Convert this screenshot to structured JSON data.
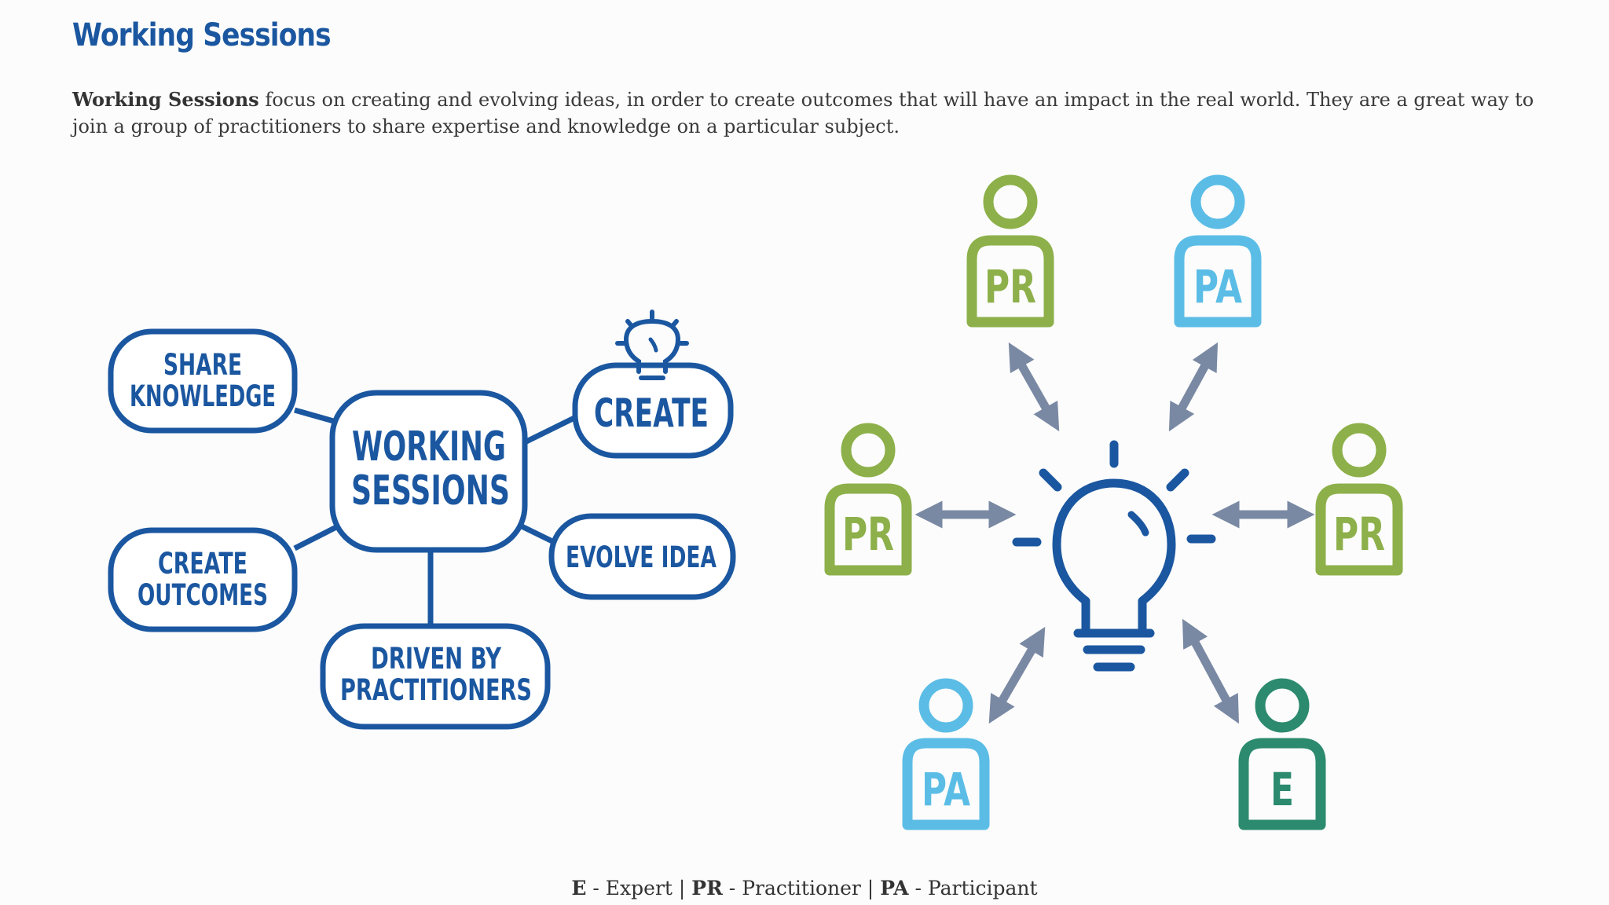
{
  "colors": {
    "navy": "#1b57a0",
    "green": "#8db04a",
    "light_blue": "#5bbde6",
    "teal": "#2c8a6e",
    "arrow_gray": "#7a89a3",
    "text": "#3a3a3a"
  },
  "header": {
    "title": "Working Sessions",
    "intro_bold": "Working Sessions",
    "intro_text": " focus on creating and evolving ideas, in order to create outcomes that will have an impact in the real world. They are a great way to join a group of practitioners to share expertise and knowledge on a particular subject."
  },
  "mind_map": {
    "center": [
      "WORKING",
      "SESSIONS"
    ],
    "nodes": {
      "share_knowledge": [
        "SHARE",
        "KNOWLEDGE"
      ],
      "create": "CREATE",
      "create_outcomes": [
        "CREATE",
        "OUTCOMES"
      ],
      "evolve_idea": "EVOLVE IDEA",
      "driven_by": [
        "DRIVEN BY",
        "PRACTITIONERS"
      ]
    }
  },
  "roles": {
    "top_left": "PR",
    "top_right": "PA",
    "left": "PR",
    "right": "PR",
    "bottom_left": "PA",
    "bottom_right": "E"
  },
  "legend": {
    "e_abbr": "E",
    "e_text": " - Expert | ",
    "pr_abbr": "PR",
    "pr_text": " - Practitioner | ",
    "pa_abbr": "PA",
    "pa_text": " - Participant"
  }
}
